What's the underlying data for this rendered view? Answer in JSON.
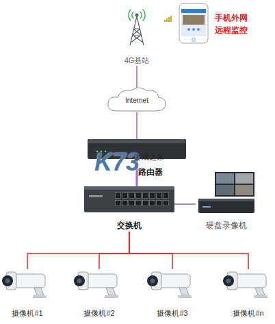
{
  "diagram": {
    "nodes": [
      {
        "text": [
          "4G基站"
        ]
      },
      {
        "text": [
          "手机外网 远程监控"
        ]
      },
      {
        "text": [
          "Internet"
        ]
      },
      {
        "text": [
          "路由器"
        ]
      },
      {
        "text": [
          "交换机"
        ]
      },
      {
        "text": [
          "硬盘录像机"
        ]
      },
      {
        "text": [
          "摄像机#1"
        ]
      },
      {
        "text": [
          "摄像机#2"
        ]
      },
      {
        "text": [
          "摄像机#3"
        ]
      },
      {
        "text": [
          "摄像机#n"
        ]
      }
    ],
    "edges": [
      {
        "from": 0,
        "to": 2,
        "arrow": "none"
      },
      {
        "from": 2,
        "to": 3,
        "arrow": "none"
      },
      {
        "from": 3,
        "to": 4,
        "arrow": "none"
      },
      {
        "from": 4,
        "to": 5,
        "arrow": "none"
      },
      {
        "from": 4,
        "to": 6,
        "arrow": "none"
      },
      {
        "from": 4,
        "to": 7,
        "arrow": "none"
      },
      {
        "from": 4,
        "to": 8,
        "arrow": "none"
      },
      {
        "from": 4,
        "to": 9,
        "arrow": "none"
      }
    ],
    "labels": [
      "K73",
      "游戏之家"
    ]
  }
}
